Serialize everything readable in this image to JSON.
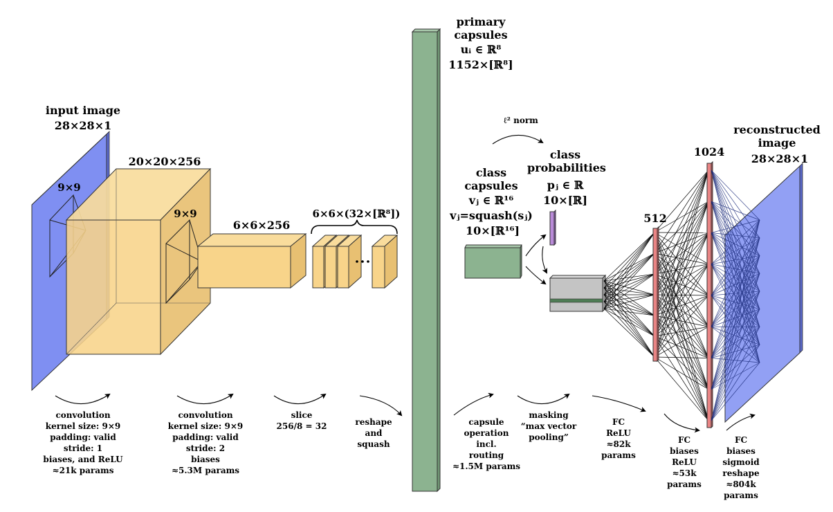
{
  "title": "",
  "colors": {
    "image": "#7f8ff2",
    "feature": "#f8d48a",
    "capsule": "#8cb390",
    "fc": "#e98484",
    "probability": "#b98ad8",
    "masked": "#c4c4c4"
  },
  "stages": {
    "input_title": "input image",
    "input_dims": "28×28×1",
    "input_kernel": "9×9",
    "conv1_dims": "20×20×256",
    "conv1_kernel": "9×9",
    "conv2_dims": "6×6×256",
    "slice_dims": "6×6×(32×[ℝ⁸])",
    "primary_title": "primary capsules",
    "primary_vec": "uᵢ ∈ ℝ⁸",
    "primary_dims": "1152×[ℝ⁸]",
    "norm_label": "ℓ² norm",
    "class_caps_title": "class capsules",
    "class_caps_vec": "vⱼ ∈ ℝ¹⁶",
    "class_caps_squash": "vⱼ=squash(sⱼ)",
    "class_caps_dims": "10×[ℝ¹⁶]",
    "class_prob_title": "class probabilities",
    "class_prob_vec": "pⱼ ∈ ℝ",
    "class_prob_dims": "10×[ℝ]",
    "fc1_size": "512",
    "fc2_size": "1024",
    "recon_title": "reconstructed image",
    "recon_dims": "28×28×1"
  },
  "operations": [
    {
      "id": "conv1",
      "text": "convolution\nkernel size: 9×9\npadding: valid\nstride: 1\nbiases, and ReLU\n≈21k params"
    },
    {
      "id": "conv2",
      "text": "convolution\nkernel size: 9×9\npadding: valid\nstride: 2\nbiases\n≈5.3M params"
    },
    {
      "id": "slice",
      "text": "slice\n256/8 = 32"
    },
    {
      "id": "reshape",
      "text": "reshape\nand\nsquash"
    },
    {
      "id": "capsule",
      "text": "capsule\noperation\nincl.\nrouting\n≈1.5M params"
    },
    {
      "id": "masking",
      "text": "masking\n“max vector\npooling”"
    },
    {
      "id": "fc1",
      "text": "FC\nReLU\n≈82k\nparams"
    },
    {
      "id": "fc2",
      "text": "FC\nbiases\nReLU\n≈53k\nparams"
    },
    {
      "id": "fc3",
      "text": "FC\nbiases\nsigmoid\nreshape\n≈804k\nparams"
    }
  ]
}
